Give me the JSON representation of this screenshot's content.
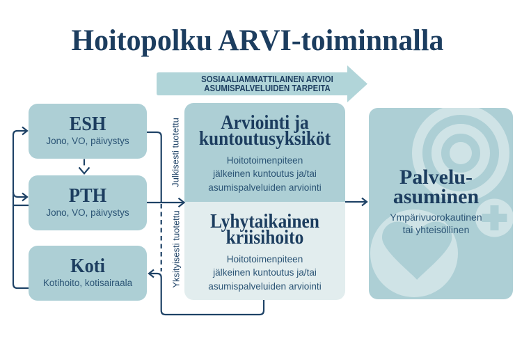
{
  "title": "Hoitopolku ARVI-toiminnalla",
  "banner": {
    "line1": "SOSIAALIAMMATTILAINEN ARVIOI",
    "line2": "ASUMISPALVELUIDEN TARPEITA"
  },
  "left_boxes": [
    {
      "title": "ESH",
      "subtitle": "Jono, VO, päivystys"
    },
    {
      "title": "PTH",
      "subtitle": "Jono, VO, päivystys"
    },
    {
      "title": "Koti",
      "subtitle": "Kotihoito, kotisairaala"
    }
  ],
  "middle_boxes": [
    {
      "title_line1": "Arviointi ja",
      "title_line2": "kuntoutusyksiköt",
      "body_line1": "Hoitotoimenpiteen",
      "body_line2": "jälkeinen kuntoutus ja/tai",
      "body_line3": "asumispalveluiden arviointi"
    },
    {
      "title_line1": "Lyhytaikainen",
      "title_line2": "kriisihoito",
      "body_line1": "Hoitotoimenpiteen",
      "body_line2": "jälkeinen kuntoutus ja/tai",
      "body_line3": "asumispalveluiden arviointi"
    }
  ],
  "right_box": {
    "title_line1": "Palvelu-",
    "title_line2": "asuminen",
    "subtitle_line1": "Ympärivuorokautinen",
    "subtitle_line2": "tai yhteisöllinen"
  },
  "flow_labels": {
    "public": "Julkisesti tuotettu",
    "private": "Yksityisesti tuotettu"
  },
  "icons": [
    "target-circles-icon",
    "plus-circle-icon",
    "heart-circle-icon"
  ],
  "colors": {
    "heading_navy": "#1c3d5f",
    "body_navy": "#2b5475",
    "line_navy": "#1e4266",
    "box_teal": "#adcfd5",
    "box_light": "#e2edee",
    "banner_teal": "#b1d5d9",
    "decor_light": "#cfe3e6",
    "background": "#ffffff"
  }
}
